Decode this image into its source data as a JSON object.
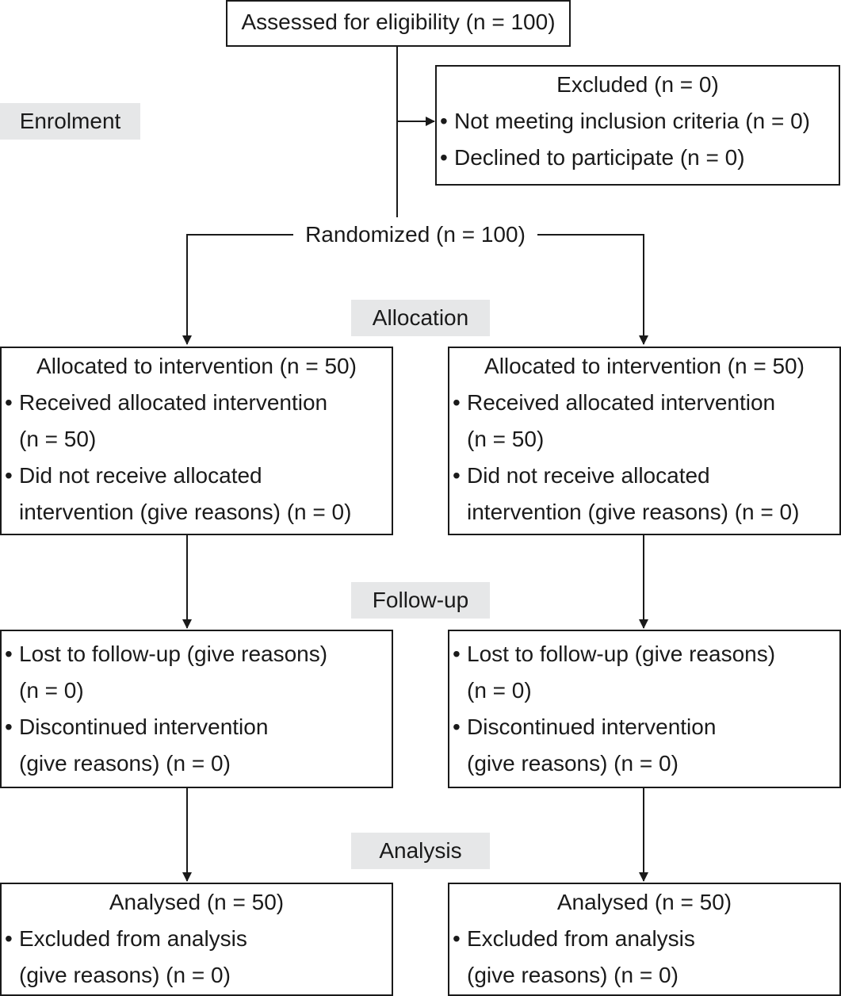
{
  "stages": {
    "enrolment": "Enrolment",
    "allocation": "Allocation",
    "follow_up": "Follow-up",
    "analysis": "Analysis"
  },
  "assessed": "Assessed for eligibility (n = 100)",
  "excluded": {
    "title": "Excluded (n = 0)",
    "items": [
      "Not meeting inclusion criteria (n = 0)",
      "Declined to participate (n = 0)"
    ]
  },
  "randomized": "Randomized (n = 100)",
  "arms": [
    {
      "allocation": {
        "title": "Allocated to intervention (n = 50)",
        "items": [
          "Received allocated intervention\n(n = 50)",
          "Did not receive allocated\nintervention (give reasons) (n = 0)"
        ]
      },
      "follow_up": {
        "items": [
          "Lost to follow-up (give reasons)\n(n = 0)",
          "Discontinued intervention\n(give reasons) (n = 0)"
        ]
      },
      "analysis": {
        "title": "Analysed (n = 50)",
        "items": [
          "Excluded from analysis\n(give reasons) (n = 0)"
        ]
      }
    },
    {
      "allocation": {
        "title": "Allocated to intervention (n = 50)",
        "items": [
          "Received allocated intervention\n(n = 50)",
          "Did not receive allocated\nintervention (give reasons) (n = 0)"
        ]
      },
      "follow_up": {
        "items": [
          "Lost to follow-up (give reasons)\n(n = 0)",
          "Discontinued intervention\n(give reasons) (n = 0)"
        ]
      },
      "analysis": {
        "title": "Analysed (n = 50)",
        "items": [
          "Excluded from analysis\n(give reasons) (n = 0)"
        ]
      }
    }
  ]
}
